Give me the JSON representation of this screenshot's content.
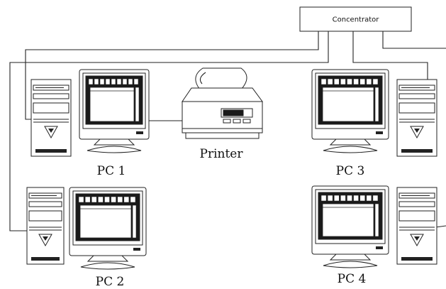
{
  "diagram": {
    "concentrator_label": "Concentrator",
    "printer_label": "Printer",
    "pc_labels": {
      "pc1": "PC 1",
      "pc2": "PC 2",
      "pc3": "PC 3",
      "pc4": "PC 4"
    },
    "icons": [
      "hub-box",
      "pc-tower-icon",
      "crt-monitor-icon",
      "printer-icon"
    ],
    "colors": {
      "line": "#222222",
      "screen": "#1a1a1a",
      "background": "#ffffff"
    }
  }
}
